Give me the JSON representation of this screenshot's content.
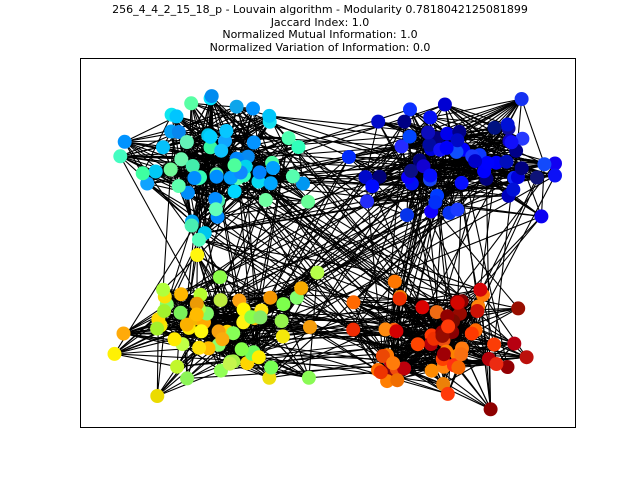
{
  "figure": {
    "title_line1": "256_4_4_2_15_18_p - Louvain algorithm - Modularity 0.7818042125081899",
    "title_line2": "Jaccard Index: 1.0",
    "title_line3": "Normalized Mutual Information: 1.0",
    "title_line4": "Normalized Variation of Information: 0.0"
  },
  "graph": {
    "edge_color": "#000000",
    "communities": [
      {
        "color_range": [
          "#40ffb0",
          "#00d4ff"
        ],
        "role": "top-left cyan/teal"
      },
      {
        "color_range": [
          "#0a0aff",
          "#000080"
        ],
        "role": "top-right blue/navy"
      },
      {
        "color_range": [
          "#ffe000",
          "#a0ff50"
        ],
        "role": "bottom-left yellow/green"
      },
      {
        "color_range": [
          "#ff3300",
          "#800000"
        ],
        "role": "bottom-right red/maroon"
      }
    ],
    "nodes": [
      [
        75,
        37,
        0.5
      ],
      [
        69,
        45,
        0.6
      ],
      [
        66,
        57,
        0.55
      ],
      [
        92,
        58,
        0.45
      ],
      [
        104,
        52,
        0.5
      ],
      [
        78,
        75,
        0.4
      ],
      [
        83,
        83,
        0.45
      ],
      [
        99,
        78,
        0.5
      ],
      [
        127,
        58,
        0.5
      ],
      [
        134,
        67,
        0.55
      ],
      [
        116,
        61,
        0.4
      ],
      [
        131,
        82,
        0.5
      ],
      [
        154,
        44,
        0.45
      ],
      [
        160,
        51,
        0.6
      ],
      [
        158,
        60,
        0.55
      ],
      [
        164,
        69,
        0.5
      ],
      [
        175,
        54,
        0.7
      ],
      [
        182,
        50,
        0.7
      ],
      [
        193,
        53,
        0.7
      ],
      [
        185,
        62,
        0.65
      ],
      [
        171,
        77,
        0.6
      ],
      [
        178,
        85,
        0.65
      ],
      [
        166,
        93,
        0.7
      ],
      [
        151,
        102,
        0.55
      ],
      [
        137,
        94,
        0.5
      ],
      [
        122,
        96,
        0.45
      ],
      [
        115,
        108,
        0.5
      ],
      [
        119,
        114,
        0.45
      ],
      [
        98,
        103,
        0.4
      ],
      [
        93,
        118,
        0.45
      ],
      [
        85,
        126,
        0.5
      ],
      [
        80,
        135,
        0.45
      ],
      [
        72,
        143,
        0.4
      ],
      [
        54,
        132,
        0.35
      ],
      [
        58,
        120,
        0.4
      ],
      [
        56,
        115,
        0.35
      ],
      [
        58,
        100,
        0.35
      ],
      [
        57,
        96,
        0.35
      ],
      [
        50,
        83,
        0.3
      ],
      [
        48,
        85,
        0.3
      ],
      [
        54,
        104,
        0.3
      ],
      [
        57,
        137,
        0.35
      ],
      [
        69,
        156,
        0.4
      ],
      [
        94,
        148,
        0.5
      ],
      [
        100,
        155,
        0.55
      ],
      [
        108,
        160,
        0.5
      ],
      [
        102,
        166,
        0.55
      ],
      [
        115,
        175,
        0.6
      ],
      [
        130,
        188,
        0.65
      ],
      [
        145,
        201,
        0.7
      ],
      [
        148,
        210,
        0.75
      ],
      [
        149,
        218,
        0.75
      ],
      [
        124,
        211,
        0.55
      ],
      [
        113,
        201,
        0.5
      ],
      [
        97,
        180,
        0.5
      ],
      [
        79,
        188,
        0.4
      ],
      [
        63,
        195,
        0.4
      ],
      [
        64,
        180,
        0.45
      ],
      [
        80,
        171,
        0.45
      ],
      [
        88,
        164,
        0.5
      ],
      [
        95,
        161,
        0.5
      ],
      [
        111,
        190,
        0.5
      ],
      [
        119,
        192,
        0.55
      ],
      [
        132,
        185,
        0.6
      ],
      [
        140,
        171,
        0.6
      ],
      [
        158,
        157,
        0.6
      ],
      [
        174,
        159,
        0.65
      ],
      [
        165,
        170,
        0.7
      ],
      [
        181,
        170,
        0.75
      ],
      [
        182,
        148,
        0.7
      ],
      [
        179,
        138,
        0.75
      ],
      [
        196,
        134,
        0.8
      ],
      [
        200,
        125,
        0.8
      ],
      [
        209,
        119,
        0.8
      ],
      [
        223,
        120,
        0.85
      ],
      [
        239,
        114,
        0.8
      ],
      [
        248,
        125,
        0.75
      ],
      [
        258,
        132,
        0.7
      ],
      [
        265,
        136,
        0.75
      ],
      [
        270,
        139,
        0.8
      ],
      [
        264,
        120,
        0.75
      ],
      [
        244,
        99,
        0.8
      ],
      [
        235,
        95,
        0.85
      ],
      [
        231,
        88,
        0.8
      ],
      [
        241,
        82,
        0.75
      ],
      [
        221,
        75,
        0.8
      ],
      [
        213,
        73,
        0.75
      ],
      [
        197,
        68,
        0.7
      ],
      [
        189,
        66,
        0.8
      ],
      [
        183,
        71,
        0.8
      ],
      [
        164,
        54,
        0.6
      ],
      [
        144,
        46,
        0.5
      ],
      [
        116,
        79,
        0.5
      ],
      [
        138,
        82,
        0.6
      ],
      [
        148,
        80,
        0.6
      ],
      [
        152,
        94,
        0.65
      ],
      [
        176,
        95,
        0.7
      ],
      [
        196,
        91,
        0.75
      ],
      [
        207,
        97,
        0.7
      ],
      [
        215,
        104,
        0.75
      ],
      [
        217,
        107,
        0.7
      ],
      [
        227,
        121,
        0.75
      ],
      [
        241,
        117,
        0.8
      ],
      [
        249,
        129,
        0.85
      ],
      [
        173,
        111,
        0.7
      ],
      [
        170,
        121,
        0.75
      ],
      [
        160,
        126,
        0.75
      ],
      [
        140,
        130,
        0.65
      ],
      [
        125,
        124,
        0.55
      ],
      [
        112,
        124,
        0.5
      ],
      [
        105,
        138,
        0.5
      ],
      [
        96,
        142,
        0.55
      ],
      [
        106,
        150,
        0.55
      ],
      [
        146,
        141,
        0.65
      ],
      [
        155,
        138,
        0.7
      ],
      [
        163,
        112,
        0.7
      ],
      [
        150,
        169,
        0.6
      ],
      [
        188,
        144,
        0.8
      ],
      [
        205,
        169,
        0.75
      ],
      [
        226,
        174,
        0.8
      ],
      [
        215,
        189,
        0.8
      ],
      [
        207,
        184,
        0.85
      ],
      [
        190,
        194,
        0.85
      ],
      [
        170,
        191,
        0.8
      ],
      [
        160,
        188,
        0.75
      ],
      [
        143,
        182,
        0.7
      ],
      [
        132,
        173,
        0.65
      ],
      [
        124,
        178,
        0.6
      ],
      [
        112,
        187,
        0.55
      ],
      [
        100,
        174,
        0.55
      ],
      [
        86,
        181,
        0.5
      ],
      [
        77,
        198,
        0.45
      ],
      [
        69,
        201,
        0.4
      ],
      [
        61,
        211,
        0.4
      ],
      [
        53,
        219,
        0.35
      ],
      [
        35,
        229,
        0.3
      ],
      [
        31,
        241,
        0.25
      ],
      [
        40,
        244,
        0.3
      ],
      [
        35,
        255,
        0.3
      ],
      [
        45,
        258,
        0.3
      ],
      [
        52,
        271,
        0.4
      ],
      [
        60,
        260,
        0.4
      ],
      [
        72,
        247,
        0.4
      ],
      [
        85,
        249,
        0.45
      ],
      [
        88,
        255,
        0.45
      ],
      [
        100,
        250,
        0.5
      ],
      [
        108,
        268,
        0.55
      ],
      [
        122,
        269,
        0.55
      ],
      [
        128,
        279,
        0.6
      ],
      [
        137,
        271,
        0.65
      ],
      [
        142,
        278,
        0.6
      ],
      [
        159,
        271,
        0.65
      ],
      [
        169,
        283,
        0.7
      ],
      [
        178,
        277,
        0.7
      ],
      [
        186,
        266,
        0.75
      ],
      [
        201,
        266,
        0.75
      ],
      [
        202,
        278,
        0.75
      ],
      [
        205,
        291,
        0.7
      ],
      [
        196,
        305,
        0.65
      ],
      [
        187,
        310,
        0.7
      ],
      [
        177,
        306,
        0.7
      ],
      [
        168,
        299,
        0.7
      ],
      [
        157,
        289,
        0.7
      ],
      [
        151,
        282,
        0.65
      ],
      [
        145,
        296,
        0.6
      ],
      [
        130,
        298,
        0.55
      ],
      [
        116,
        293,
        0.55
      ],
      [
        108,
        311,
        0.5
      ],
      [
        112,
        320,
        0.5
      ],
      [
        121,
        315,
        0.55
      ],
      [
        133,
        324,
        0.55
      ],
      [
        146,
        329,
        0.6
      ],
      [
        160,
        317,
        0.6
      ],
      [
        169,
        346,
        0.6
      ],
      [
        174,
        362,
        0.6
      ],
      [
        192,
        349,
        0.7
      ],
      [
        197,
        347,
        0.75
      ],
      [
        200,
        331,
        0.75
      ],
      [
        189,
        331,
        0.7
      ],
      [
        176,
        339,
        0.7
      ],
      [
        163,
        309,
        0.65
      ],
      [
        146,
        304,
        0.6
      ],
      [
        138,
        312,
        0.6
      ],
      [
        126,
        320,
        0.55
      ],
      [
        112,
        321,
        0.5
      ],
      [
        104,
        333,
        0.5
      ],
      [
        96,
        324,
        0.5
      ],
      [
        80,
        324,
        0.45
      ],
      [
        69,
        311,
        0.4
      ],
      [
        52,
        306,
        0.35
      ],
      [
        51,
        297,
        0.35
      ],
      [
        47,
        285,
        0.3
      ],
      [
        44,
        271,
        0.3
      ],
      [
        40,
        262,
        0.3
      ],
      [
        26,
        282,
        0.25
      ],
      [
        28,
        267,
        0.25
      ],
      [
        36,
        278,
        0.3
      ],
      [
        45,
        294,
        0.35
      ],
      [
        63,
        297,
        0.4
      ],
      [
        75,
        289,
        0.45
      ],
      [
        86,
        287,
        0.5
      ],
      [
        93,
        280,
        0.5
      ],
      [
        103,
        280,
        0.55
      ],
      [
        109,
        294,
        0.55
      ],
      [
        120,
        307,
        0.55
      ],
      [
        135,
        322,
        0.6
      ],
      [
        156,
        305,
        0.65
      ],
      [
        169,
        310,
        0.65
      ],
      [
        182,
        304,
        0.7
      ],
      [
        183,
        292,
        0.75
      ]
    ],
    "seed": 256
  }
}
